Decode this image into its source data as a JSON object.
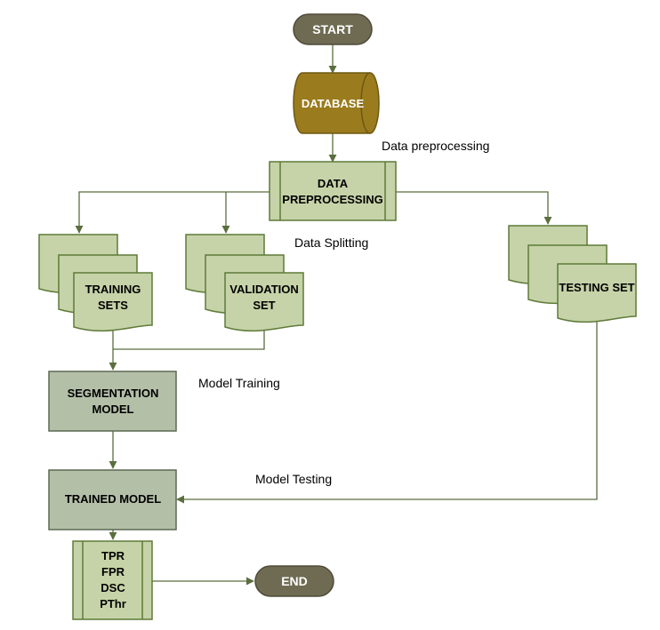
{
  "nodes": {
    "start": "START",
    "database": "DATABASE",
    "preprocessing": [
      "DATA",
      "PREPROCESSING"
    ],
    "training_sets": [
      "TRAINING",
      "SETS"
    ],
    "validation_set": [
      "VALIDATION",
      "SET"
    ],
    "testing_set": "TESTING SET",
    "segmentation_model": [
      "SEGMENTATION",
      "MODEL"
    ],
    "trained_model": "TRAINED MODEL",
    "metrics": [
      "TPR",
      "FPR",
      "DSC",
      "PThr"
    ],
    "end": "END"
  },
  "annotations": {
    "data_preprocessing": "Data preprocessing",
    "data_splitting": "Data Splitting",
    "model_training": "Model Training",
    "model_testing": "Model Testing"
  },
  "colors": {
    "terminal_fill": "#6f6b52",
    "terminal_stroke": "#4e4a38",
    "database_fill": "#9a7b1e",
    "database_stroke": "#6e5810",
    "light_green_fill": "#c6d3a8",
    "green_stroke": "#5f7a38",
    "gray_fill": "#b4bfa8",
    "gray_stroke": "#5c6950",
    "edge": "#5a6e3e"
  }
}
